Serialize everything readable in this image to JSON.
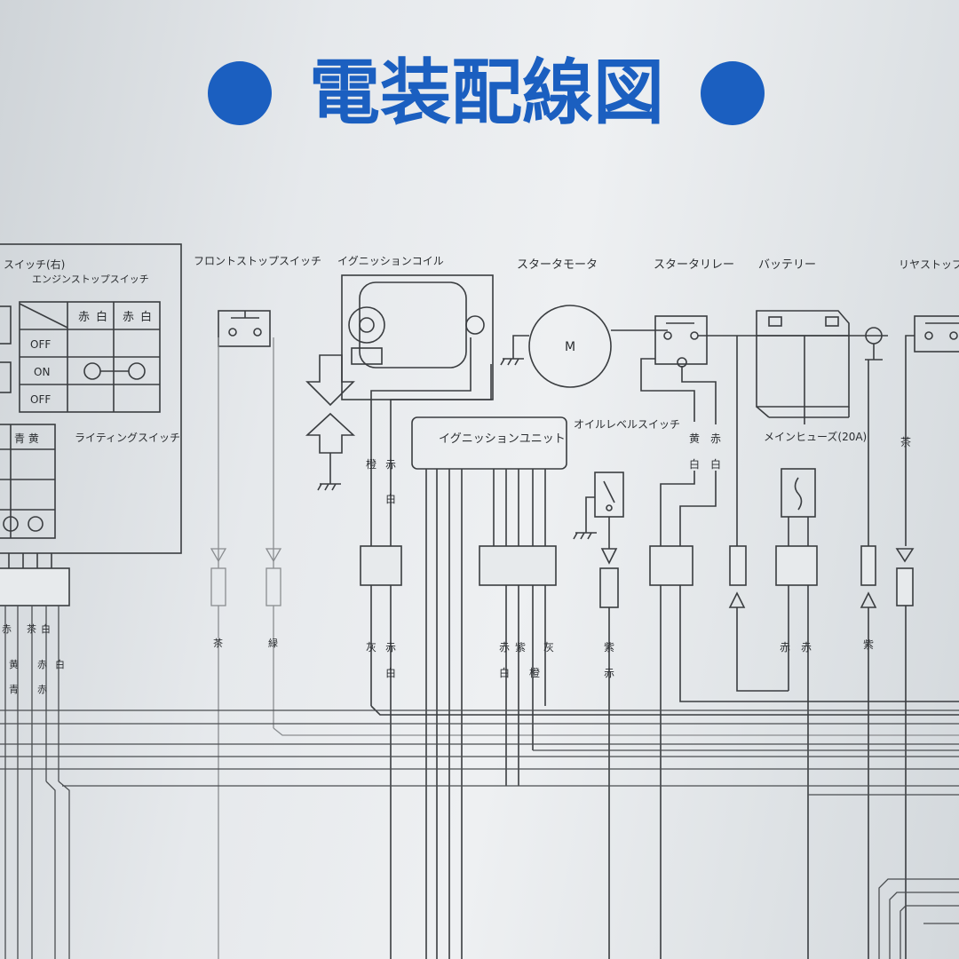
{
  "title": "電装配線図",
  "components": {
    "handlebar_switch": "スイッチ(右)",
    "engine_stop_switch": "エンジンストップスイッチ",
    "table_headers": [
      "赤",
      "白",
      "赤",
      "白"
    ],
    "table_rows": [
      "OFF",
      "ON",
      "OFF"
    ],
    "lighting_switch": "ライティングスイッチ",
    "front_stop_switch": "フロントストップスイッチ",
    "ignition_coil": "イグニッションコイル",
    "starter_motor": "スタータモータ",
    "motor_symbol": "M",
    "starter_relay": "スタータリレー",
    "battery": "バッテリー",
    "rear_stop_switch": "リヤストップスイッチ",
    "ignition_unit": "イグニッションユニット",
    "oil_level_switch": "オイルレベルスイッチ",
    "main_fuse": "メインヒューズ(20A)",
    "left_switch_header": "青 黄"
  },
  "wire_colors": {
    "coil_top": [
      "橙",
      "赤",
      "白"
    ],
    "coil_bottom": [
      "灰",
      "赤",
      "白"
    ],
    "unit_bottom": [
      "赤",
      "白",
      "紫",
      "橙",
      "灰"
    ],
    "oil": [
      "紫",
      "赤"
    ],
    "relay_top": [
      "黄",
      "赤",
      "白",
      "白"
    ],
    "fuse_bottom": [
      "赤",
      "赤"
    ],
    "right_a": "紫",
    "right_b": "茶",
    "front_stop_left": "茶",
    "front_stop_right": "緑",
    "left_col": [
      "赤",
      "茶",
      "白",
      "黄",
      "赤",
      "白",
      "青",
      "赤"
    ]
  },
  "colors": {
    "title_blue": "#1b5fc0",
    "line": "#3a3d40"
  }
}
